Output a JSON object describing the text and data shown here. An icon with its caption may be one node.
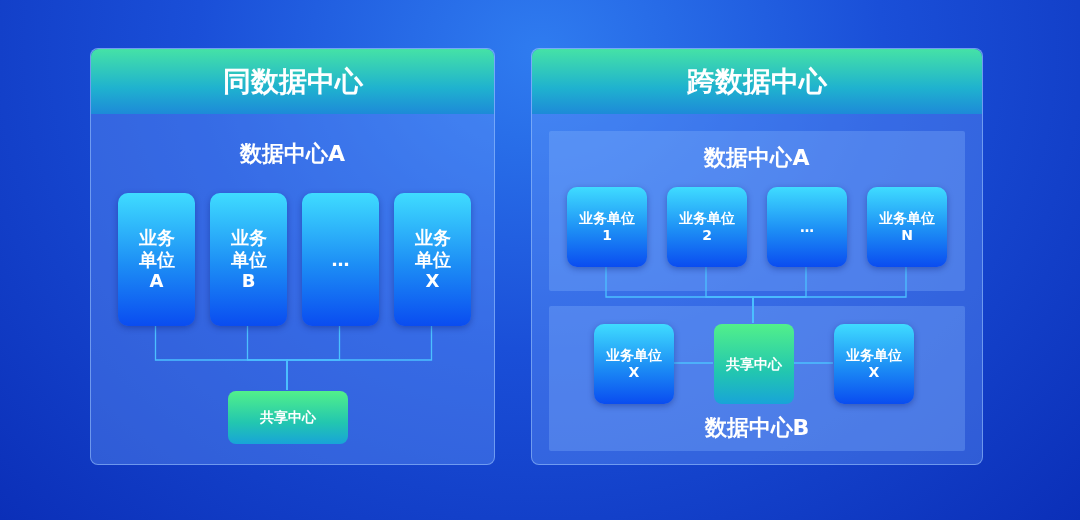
{
  "diagram": {
    "nodes": [
      {
        "text": [
          "同数据中心",
          "数据中心A"
        ]
      },
      {
        "text": [
          "业务单位A"
        ],
        "in": 0
      },
      {
        "text": [
          "业务单位B"
        ],
        "in": 0
      },
      {
        "text": [
          "…"
        ],
        "in": 0
      },
      {
        "text": [
          "业务单位X"
        ],
        "in": 0
      },
      {
        "text": [
          "共享中心"
        ],
        "in": 0
      },
      {
        "text": [
          "跨数据中心"
        ]
      },
      {
        "text": [
          "数据中心A"
        ],
        "in": 6
      },
      {
        "text": [
          "业务单位1"
        ],
        "in": 7
      },
      {
        "text": [
          "业务单位2"
        ],
        "in": 7
      },
      {
        "text": [
          "…"
        ],
        "in": 7
      },
      {
        "text": [
          "业务单位N"
        ],
        "in": 7
      },
      {
        "text": [
          "数据中心B"
        ],
        "in": 6
      },
      {
        "text": [
          "业务单位X"
        ],
        "in": 12
      },
      {
        "text": [
          "共享中心"
        ],
        "in": 12
      },
      {
        "text": [
          "业务单位X"
        ],
        "in": 12
      }
    ],
    "edges": [
      {
        "from": 1,
        "to": 5,
        "arrow": "none"
      },
      {
        "from": 2,
        "to": 5,
        "arrow": "none"
      },
      {
        "from": 3,
        "to": 5,
        "arrow": "none"
      },
      {
        "from": 4,
        "to": 5,
        "arrow": "none"
      },
      {
        "from": 8,
        "to": 14,
        "arrow": "none"
      },
      {
        "from": 9,
        "to": 14,
        "arrow": "none"
      },
      {
        "from": 10,
        "to": 14,
        "arrow": "none"
      },
      {
        "from": 11,
        "to": 14,
        "arrow": "none"
      },
      {
        "from": 13,
        "to": 14,
        "arrow": "none"
      },
      {
        "from": 14,
        "to": 15,
        "arrow": "none"
      }
    ]
  }
}
